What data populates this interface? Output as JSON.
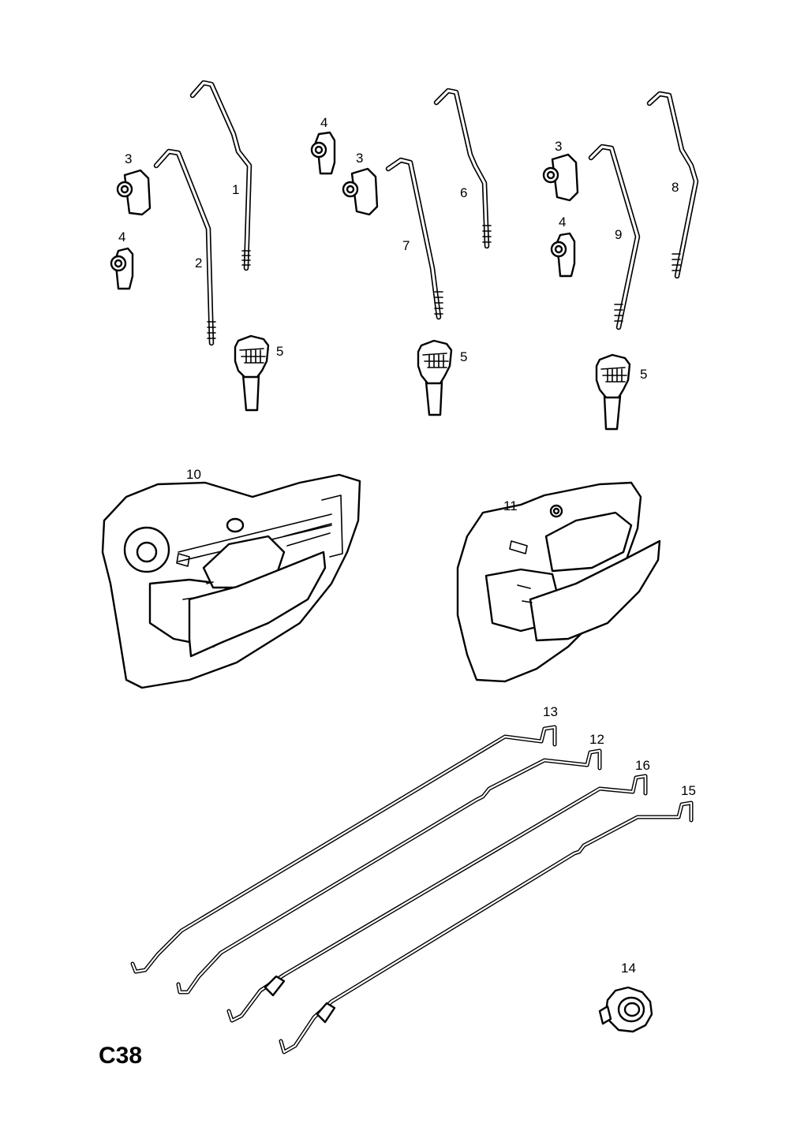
{
  "callouts": {
    "c1": "1",
    "c2": "2",
    "c3a": "3",
    "c3b": "3",
    "c3c": "3",
    "c4a": "4",
    "c4b": "4",
    "c4c": "4",
    "c5a": "5",
    "c5b": "5",
    "c5c": "5",
    "c6": "6",
    "c7": "7",
    "c8": "8",
    "c9": "9",
    "c10": "10",
    "c11": "11",
    "c12": "12",
    "c13": "13",
    "c14": "14",
    "c15": "15",
    "c16": "16"
  },
  "page_code": "C38",
  "colors": {
    "line": "#000000",
    "background": "#ffffff"
  }
}
